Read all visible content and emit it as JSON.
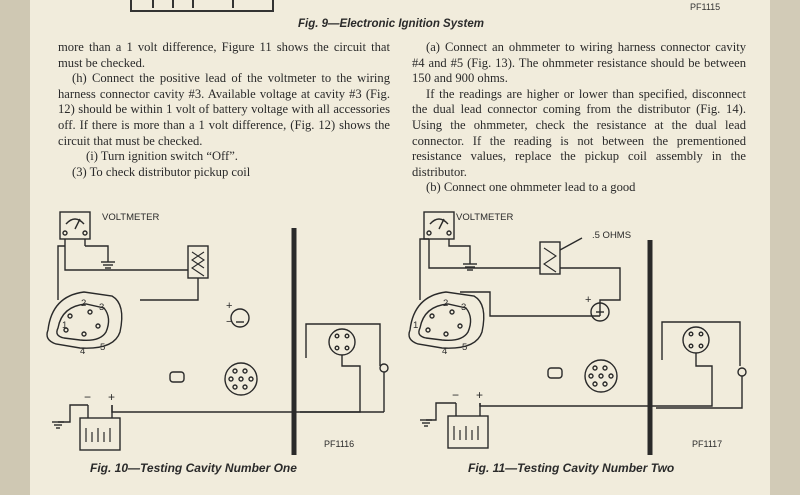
{
  "header": {
    "figure_caption": "Fig. 9—Electronic Ignition System",
    "code_top": "PF1115"
  },
  "left_column": {
    "lines": [
      "more than a 1 volt difference, Figure 11 shows the circuit that must be checked.",
      "(h) Connect the positive lead of the voltmeter to the wiring harness connector cavity #3. Available voltage at cavity #3 (Fig. 12) should be within 1 volt of battery voltage with all accessories off. If there is more than a 1 volt difference, (Fig. 12) shows the circuit that must be checked.",
      "(i) Turn ignition switch “Off”.",
      "(3) To check distributor pickup coil"
    ]
  },
  "right_column": {
    "lines": [
      "(a) Connect an ohmmeter to wiring harness connector cavity #4 and #5 (Fig. 13). The ohmmeter resistance should be between 150 and 900 ohms.",
      "If the readings are higher or lower than specified, disconnect the dual lead connector coming from the distributor (Fig. 14). Using the ohmmeter, check the resistance at the dual lead connector. If the reading is not between the prementioned resistance values, replace the pickup coil assembly in the distributor.",
      "(b) Connect one ohmmeter lead to a good"
    ]
  },
  "figure_left": {
    "meter_label": "VOLTMETER",
    "pin_labels": [
      "2",
      "3",
      "1",
      "4",
      "5"
    ],
    "battery_minus": "−",
    "battery_plus": "+",
    "terminal_plus": "+",
    "terminal_minus": "−",
    "code": "PF1116",
    "caption": "Fig. 10—Testing Cavity Number One"
  },
  "figure_right": {
    "meter_label": "VOLTMETER",
    "resistor_label": ".5 OHMS",
    "pin_labels": [
      "2",
      "3",
      "1",
      "4",
      "5"
    ],
    "battery_minus": "−",
    "battery_plus": "+",
    "terminal_plus": "+",
    "code": "PF1117",
    "caption": "Fig. 11—Testing Cavity Number Two"
  }
}
